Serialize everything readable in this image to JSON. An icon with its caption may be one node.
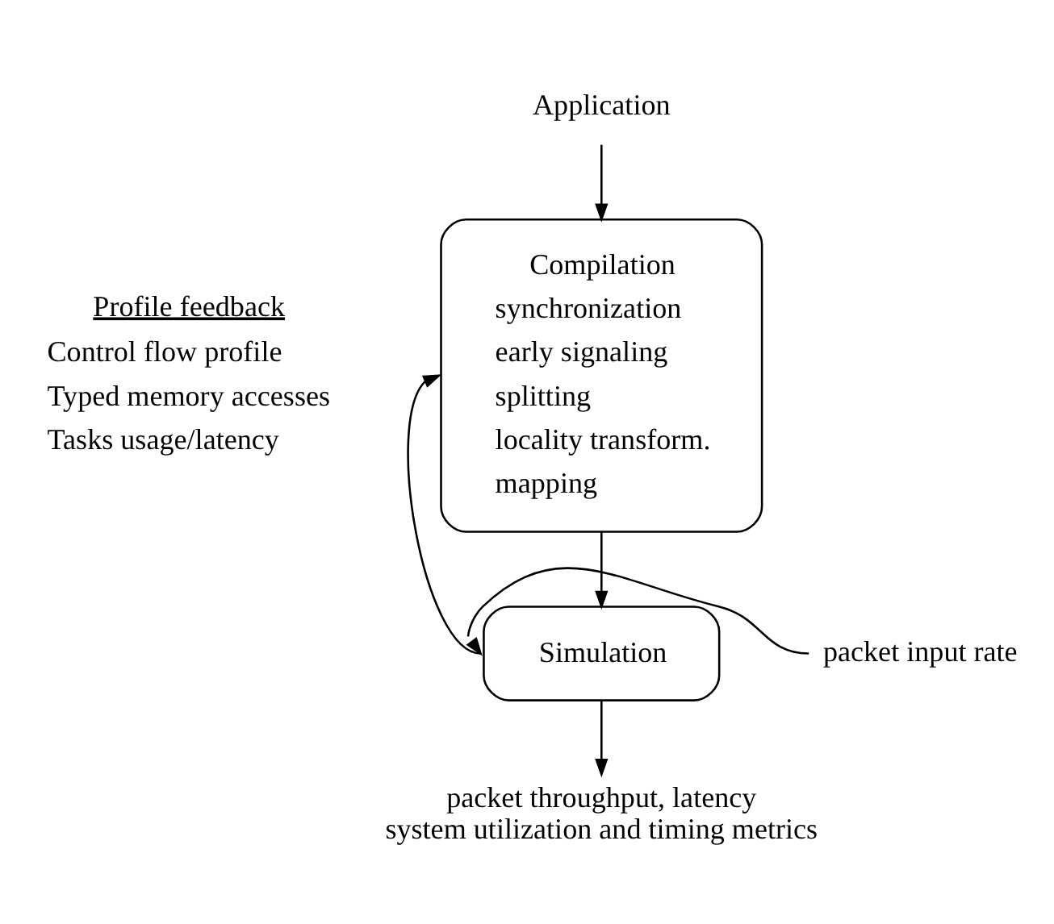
{
  "diagram": {
    "nodes": [
      {
        "text": [
          "Application"
        ]
      },
      {
        "text": [
          "Compilation",
          "synchronization",
          "early signaling",
          "splitting",
          "locality transform.",
          "mapping"
        ]
      },
      {
        "text": [
          "Simulation"
        ]
      },
      {
        "text": [
          "packet input rate"
        ]
      },
      {
        "text": [
          "packet throughput, latency",
          "system utilization and timing metrics"
        ]
      }
    ],
    "edges": [
      {
        "from": 0,
        "to": 1,
        "arrow": "to"
      },
      {
        "from": 1,
        "to": 2,
        "arrow": "to"
      },
      {
        "from": 2,
        "to": 1,
        "arrow": "to"
      },
      {
        "from": 3,
        "to": 2,
        "arrow": "to"
      },
      {
        "from": 2,
        "to": 4,
        "arrow": "to"
      }
    ],
    "labels": [
      "Profile feedback",
      "Control flow profile",
      "Typed memory accesses",
      "Tasks usage/latency"
    ]
  }
}
